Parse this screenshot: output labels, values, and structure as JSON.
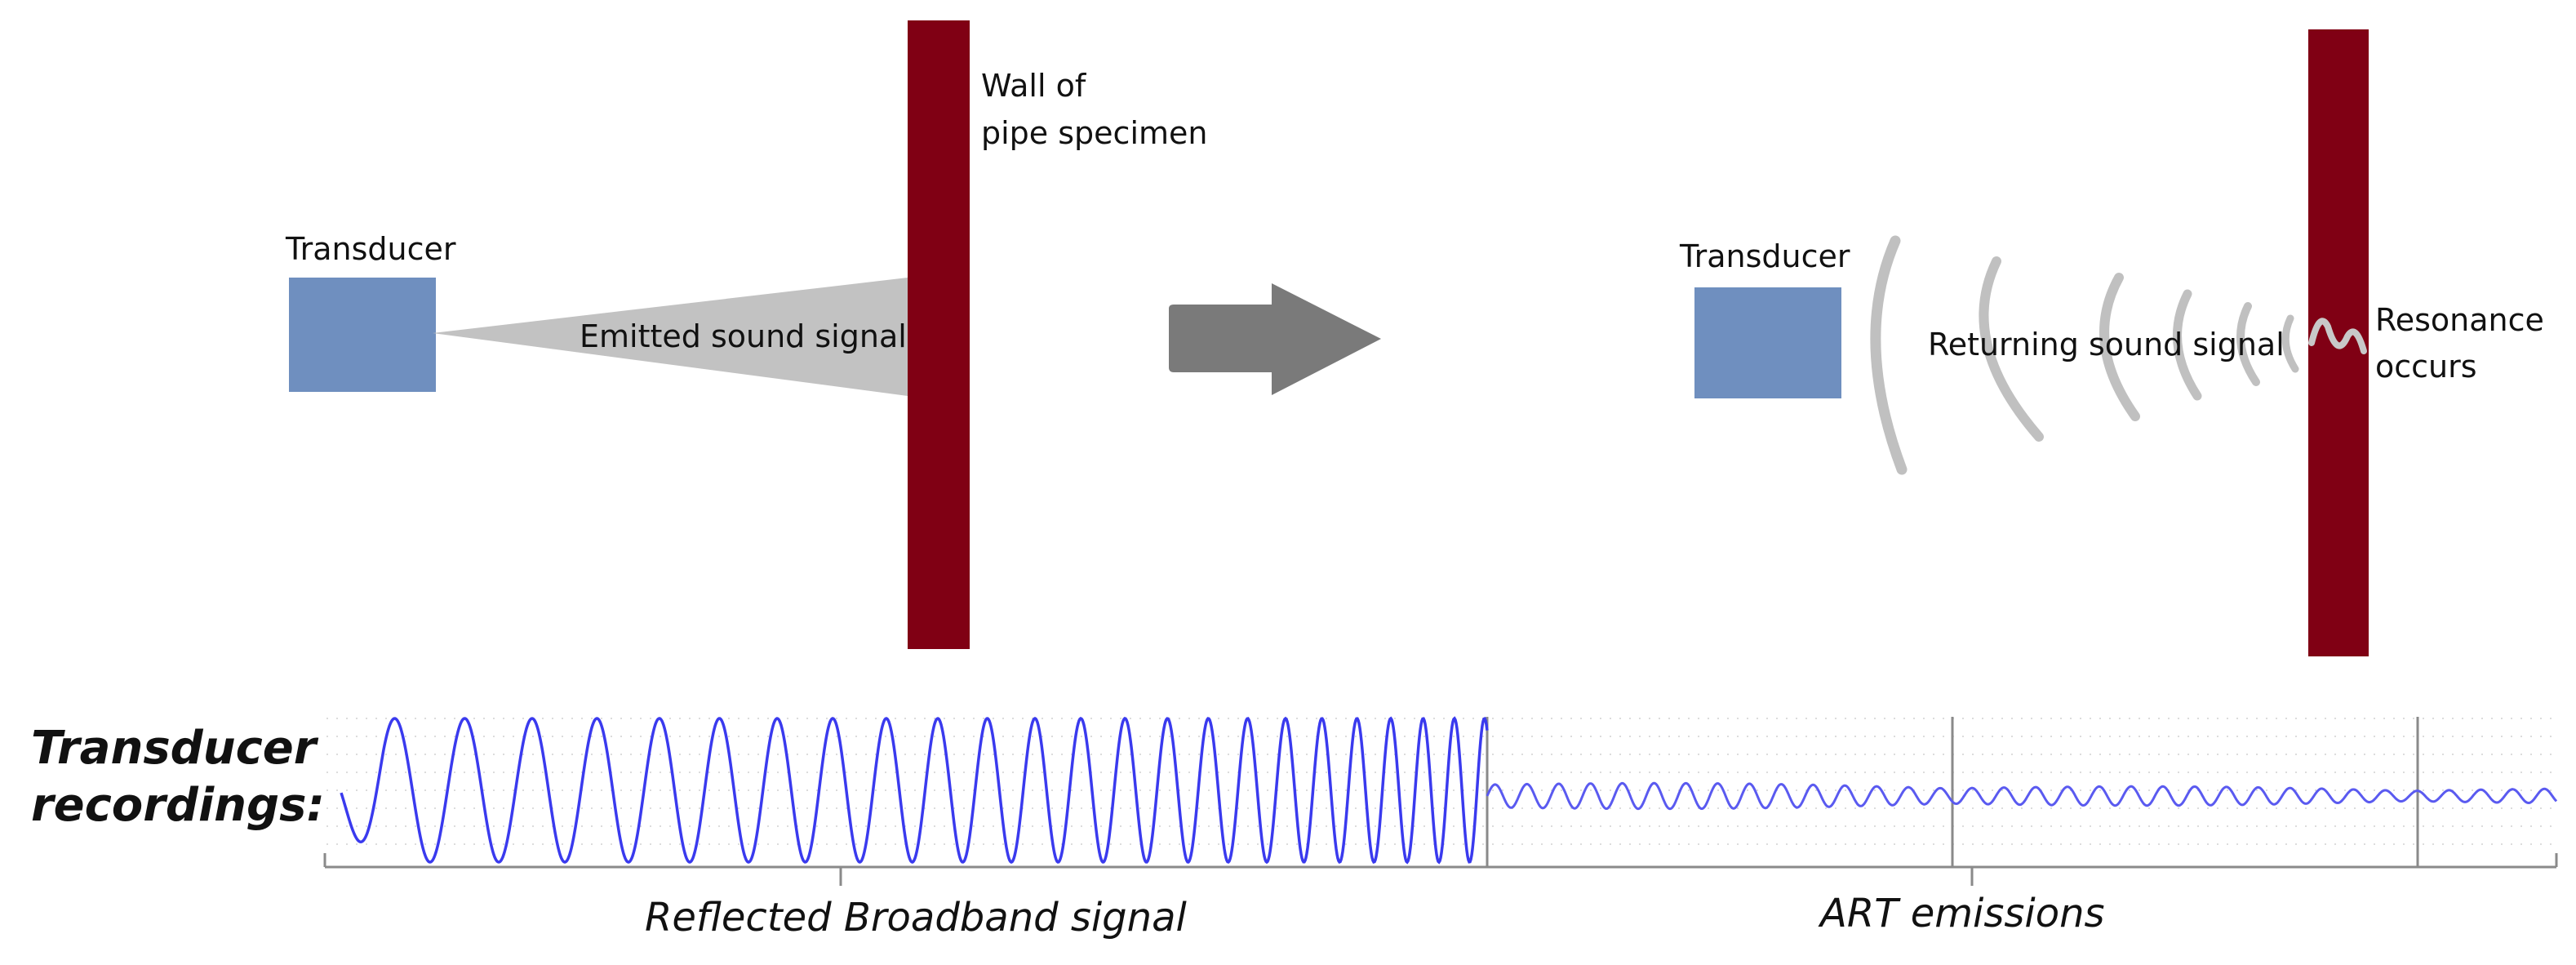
{
  "left_panel": {
    "transducer_label": "Transducer",
    "emitted_label": "Emitted sound signal",
    "wall_label_line1": "Wall of",
    "wall_label_line2": "pipe specimen"
  },
  "right_panel": {
    "transducer_label": "Transducer",
    "returning_label": "Returning sound signal",
    "resonance_line1": "Resonance",
    "resonance_line2": "occurs"
  },
  "recordings": {
    "title_line1": "Transducer",
    "title_line2": "recordings:",
    "reflected_label": "Reflected Broadband signal",
    "art_label": "ART emissions"
  },
  "colors": {
    "transducer": "#6f8fbf",
    "wall": "#800014",
    "beam": "#c2c2c2",
    "arrow": "#7a7a7a",
    "wavefront": "#c0c0c0",
    "signal": "#3a3aee"
  }
}
